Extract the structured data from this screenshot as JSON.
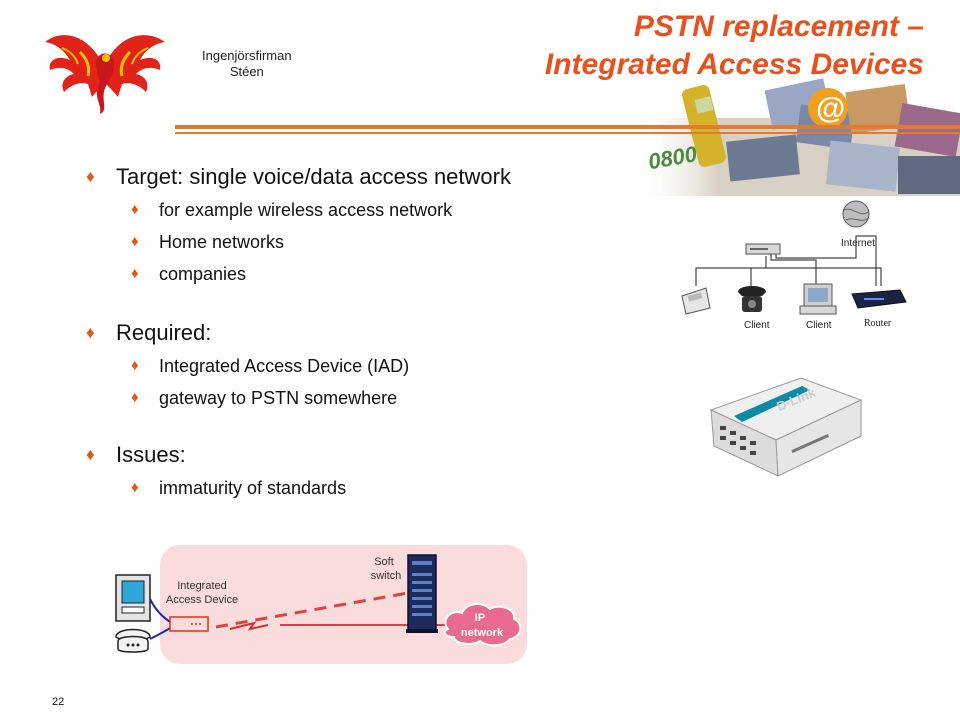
{
  "header": {
    "title_line1": "PSTN replacement –",
    "title_line2": "Integrated Access Devices",
    "logo_text_line1": "Ingenjörsfirman",
    "logo_text_line2": "Stéen"
  },
  "bullets": [
    {
      "text": "Target: single voice/data access network",
      "sub": [
        "for example wireless access network",
        "Home networks",
        "companies"
      ]
    },
    {
      "text": "Required:",
      "sub": [
        "Integrated Access Device (IAD)",
        "gateway to PSTN somewhere"
      ]
    },
    {
      "text": "Issues:",
      "sub": [
        "immaturity of standards"
      ]
    }
  ],
  "network_diagram": {
    "internet_label": "Internet",
    "client1_label": "Client",
    "client2_label": "Client",
    "router_label": "Router"
  },
  "router_photo": {
    "brand_text": "D-Link"
  },
  "iad_diagram": {
    "iad_label_line1": "Integrated",
    "iad_label_line2": "Access Device",
    "softswitch_line1": "Soft",
    "softswitch_line2": "switch",
    "cloud_line1": "IP",
    "cloud_line2": "network"
  },
  "footer": {
    "page_number": "22"
  },
  "colors": {
    "accent": "#e8501c",
    "rule": "#e27a30",
    "diagram_bg": "#fbdcdc"
  }
}
